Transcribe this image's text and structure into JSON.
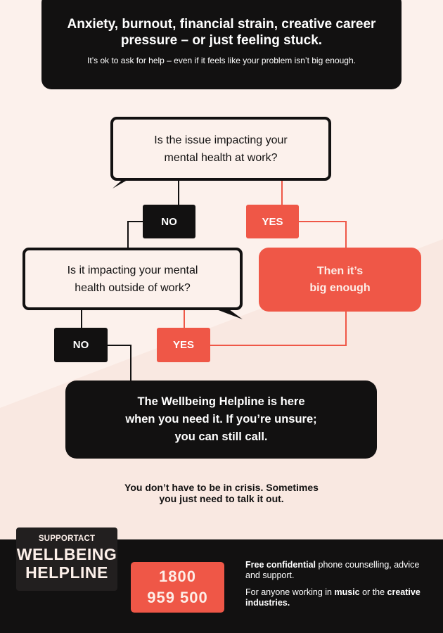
{
  "header": {
    "headline": "Anxiety, burnout, financial strain, creative career pressure – or just feeling stuck.",
    "subtext": "It’s ok to ask for help – even if it feels like your problem isn’t big enough."
  },
  "flowchart": {
    "question1": {
      "line1": "Is the issue impacting your",
      "line2": "mental health at work?"
    },
    "q1_no": "NO",
    "q1_yes": "YES",
    "question2": {
      "line1": "Is it impacting your mental",
      "line2": "health outside of work?"
    },
    "q2_no": "NO",
    "q2_yes": "YES",
    "big_enough": {
      "line1": "Then it’s",
      "line2": "big enough"
    },
    "result": {
      "line1": "The Wellbeing Helpline is here",
      "line2": "when you need it. If you’re unsure;",
      "line3": "you can still call."
    }
  },
  "crisis_note": {
    "line1": "You don’t have to be in crisis. Sometimes",
    "line2": "you just need to talk it out."
  },
  "footer": {
    "logo": {
      "brand": "SUPPORTACT",
      "line1": "WELLBEING",
      "line2": "HELPLINE"
    },
    "phone": {
      "line1": "1800",
      "line2": "959 500"
    },
    "info": {
      "p1_bold": "Free confidential",
      "p1_rest": " phone counselling, advice and support.",
      "p2_start": "For anyone working in ",
      "p2_bold1": "music",
      "p2_mid": " or the ",
      "p2_bold2": "creative industries."
    }
  },
  "colors": {
    "dark": "#121111",
    "accent": "#ef5747",
    "background": "#fcf1ec"
  }
}
